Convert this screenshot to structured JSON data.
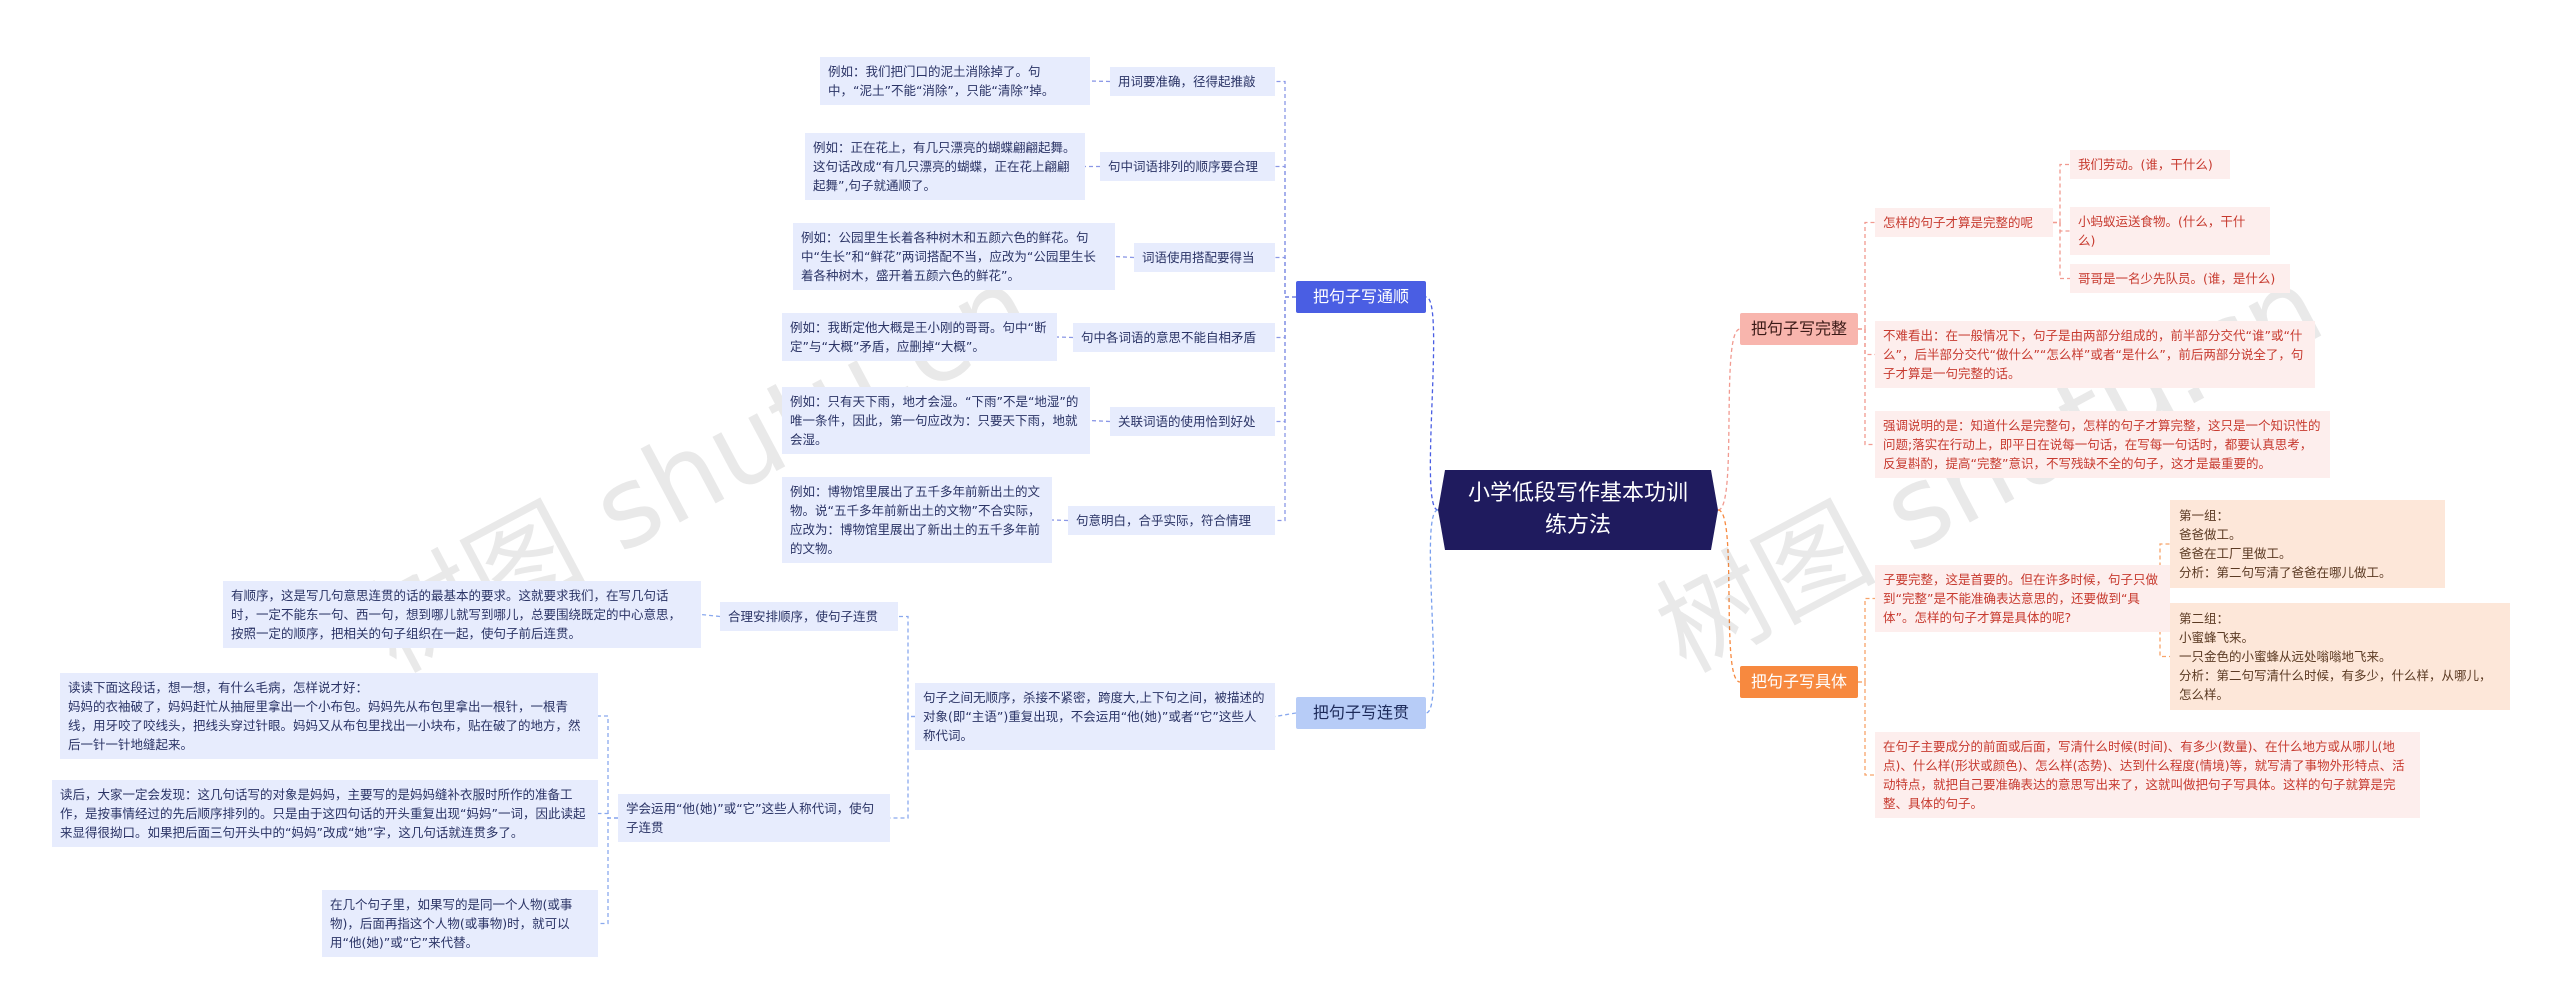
{
  "watermark": "树图 shutu.cn",
  "root": "小学低段写作基本功训练方法",
  "b_tongshun": "把句子写通顺",
  "b_lianguan": "把句子写连贯",
  "b_wanzheng": "把句子写完整",
  "b_juti": "把句子写具体",
  "ts": [
    {
      "label": "用词要准确，径得起推敲",
      "ex": "例如：我们把门口的泥土消除掉了。句中，“泥土”不能“消除”，只能“清除”掉。"
    },
    {
      "label": "句中词语排列的顺序要合理",
      "ex": "例如：正在花上，有几只漂亮的蝴蝶翩翩起舞。这句话改成“有几只漂亮的蝴蝶，正在花上翩翩起舞”,句子就通顺了。"
    },
    {
      "label": "词语使用搭配要得当",
      "ex": "例如：公园里生长着各种树木和五颜六色的鲜花。句中“生长”和“鲜花”两词搭配不当，应改为“公园里生长着各种树木，盛开着五颜六色的鲜花”。"
    },
    {
      "label": "句中各词语的意思不能自相矛盾",
      "ex": "例如：我断定他大概是王小刚的哥哥。句中“断定”与“大概”矛盾，应删掉“大概”。"
    },
    {
      "label": "关联词语的使用恰到好处",
      "ex": "例如：只有天下雨，地才会湿。“下雨”不是“地湿”的唯一条件，因此，第一句应改为：只要天下雨，地就会湿。"
    },
    {
      "label": "句意明白，合乎实际，符合情理",
      "ex": "例如：博物馆里展出了五千多年前新出土的文物。说“五千多年前新出土的文物”不合实际，应改为：博物馆里展出了新出土的五千多年前的文物。"
    }
  ],
  "lg": {
    "mid": "句子之间无顺序，杀接不紧密，跨度大,上下句之间，被描述的对象(即“主语”)重复出现，不会运用“他(她)”或者“它”这些人称代词。",
    "order_label": "合理安排顺序，使句子连贯",
    "order_ex": "有顺序，这是写几句意思连贯的话的最基本的要求。这就要求我们，在写几句话时，一定不能东一句、西一句，想到哪儿就写到哪儿，总要围绕既定的中心意思，按照一定的顺序，把相关的句子组织在一起，使句子前后连贯。",
    "pron_label": "学会运用“他(她)”或“它”这些人称代词，使句子连贯",
    "pron_ex1": "读读下面这段话，想一想，有什么毛病，怎样说才好：\n妈妈的衣袖破了，妈妈赶忙从抽屉里拿出一个小布包。妈妈先从布包里拿出一根针，一根青线，用牙咬了咬线头，把线头穿过针眼。妈妈又从布包里找出一小块布，贴在破了的地方，然后一针一针地缝起来。",
    "pron_ex2": "读后，大家一定会发现：这几句话写的对象是妈妈，主要写的是妈妈缝补衣服时所作的准备工作，是按事情经过的先后顺序排列的。只是由于这四句话的开头重复出现“妈妈”一词，因此读起来显得很拗口。如果把后面三句开头中的“妈妈”改成“她”字，这几句话就连贯多了。",
    "pron_ex3": "在几个句子里，如果写的是同一个人物(或事物)，后面再指这个人物(或事物)时，就可以用“他(她)”或“它”来代替。"
  },
  "wz": {
    "q": "怎样的句子才算是完整的呢",
    "qa": [
      "我们劳动。(谁，干什么)",
      "小蚂蚁运送食物。(什么，干什么)",
      "哥哥是一名少先队员。(谁，是什么)"
    ],
    "p2": "不难看出：在一般情况下，句子是由两部分组成的，前半部分交代“谁”或“什么”，后半部分交代“做什么”“怎么样”或者“是什么”，前后两部分说全了，句子才算是一句完整的话。",
    "p3": "强调说明的是：知道什么是完整句，怎样的句子才算完整，这只是一个知识性的问题;落实在行动上，即平日在说每一句话，在写每一句话时，都要认真思考，反复斟酌，提高“完整”意识，不写残缺不全的句子，这才是最重要的。"
  },
  "jt": {
    "q": "子要完整，这是首要的。但在许多时候，句子只做到“完整”是不能准确表达意思的，还要做到“具体”。怎样的句子才算是具体的呢?",
    "g1": "第一组：\n  爸爸做工。\n  爸爸在工厂里做工。\n分析：第二句写清了爸爸在哪儿做工。",
    "g2": "第二组：\n  小蜜蜂飞来。\n  一只金色的小蜜蜂从远处嗡嗡地飞来。\n分析：第二句写清什么时候，有多少，什么样，从哪儿，怎么样。",
    "p": "在句子主要成分的前面或后面，写清什么时候(时间)、有多少(数量)、在什么地方或从哪儿(地点)、什么样(形状或颜色)、怎么样(态势)、达到什么程度(情境)等，就写清了事物外形特点、活动特点，就把自己要准确表达的意思写出来了，这就叫做把句子写具体。这样的句子就算是完整、具体的句子。"
  }
}
